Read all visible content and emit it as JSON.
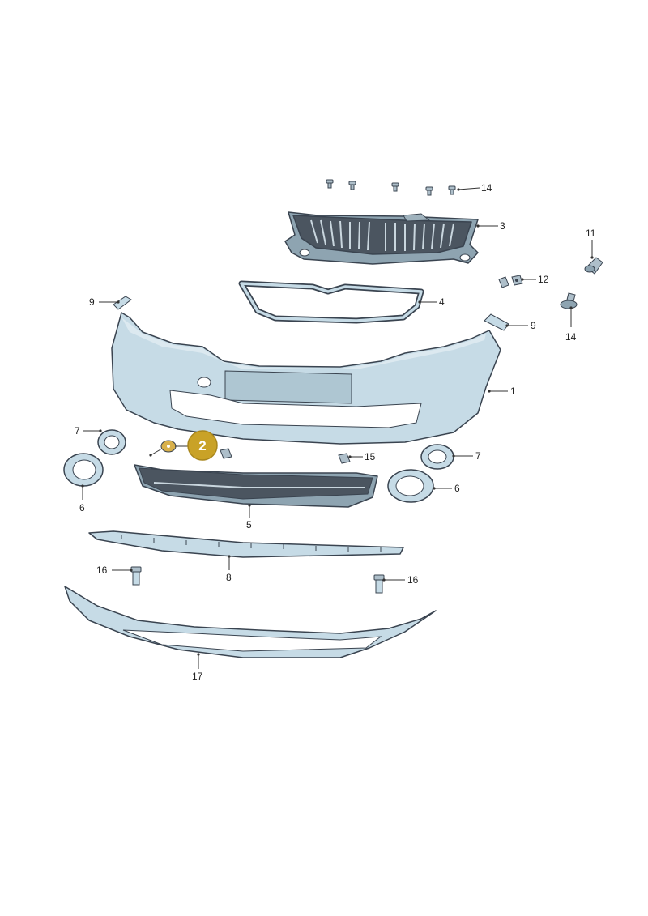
{
  "colors": {
    "part_fill": "#c6dbe6",
    "part_fill_dark": "#8ea4b1",
    "grille_fill": "#4b5560",
    "outline": "#3a4450",
    "highlight_badge": "#c9a227",
    "highlight_part": "#d8b04a"
  },
  "callouts": {
    "c1": "1",
    "c2": "2",
    "c3": "3",
    "c4": "4",
    "c5": "5",
    "c6a": "6",
    "c6b": "6",
    "c7a": "7",
    "c7b": "7",
    "c8": "8",
    "c9a": "9",
    "c9b": "9",
    "c11": "11",
    "c12": "12",
    "c14a": "14",
    "c14b": "14",
    "c15": "15",
    "c16a": "16",
    "c16b": "16",
    "c17": "17"
  },
  "parts": [
    {
      "key": "c1",
      "name": "bumper-cover"
    },
    {
      "key": "c2",
      "name": "highlighted-clip"
    },
    {
      "key": "c3",
      "name": "radiator-grille"
    },
    {
      "key": "c4",
      "name": "grille-frame"
    },
    {
      "key": "c5",
      "name": "lower-grille"
    },
    {
      "key": "c6a",
      "name": "fog-lamp-trim-left"
    },
    {
      "key": "c6b",
      "name": "fog-lamp-trim-right"
    },
    {
      "key": "c7a",
      "name": "fog-lamp-cover-left"
    },
    {
      "key": "c7b",
      "name": "fog-lamp-cover-right"
    },
    {
      "key": "c8",
      "name": "spoiler-strip"
    },
    {
      "key": "c9a",
      "name": "washer-cap-left"
    },
    {
      "key": "c9b",
      "name": "washer-cap-right"
    },
    {
      "key": "c11",
      "name": "expanding-rivet"
    },
    {
      "key": "c12",
      "name": "clip-nuts"
    },
    {
      "key": "c14a",
      "name": "screws-top"
    },
    {
      "key": "c14b",
      "name": "screw-side"
    },
    {
      "key": "c15",
      "name": "clip-nut-center"
    },
    {
      "key": "c16a",
      "name": "bolt-left"
    },
    {
      "key": "c16b",
      "name": "bolt-right"
    },
    {
      "key": "c17",
      "name": "lower-spoiler"
    }
  ]
}
